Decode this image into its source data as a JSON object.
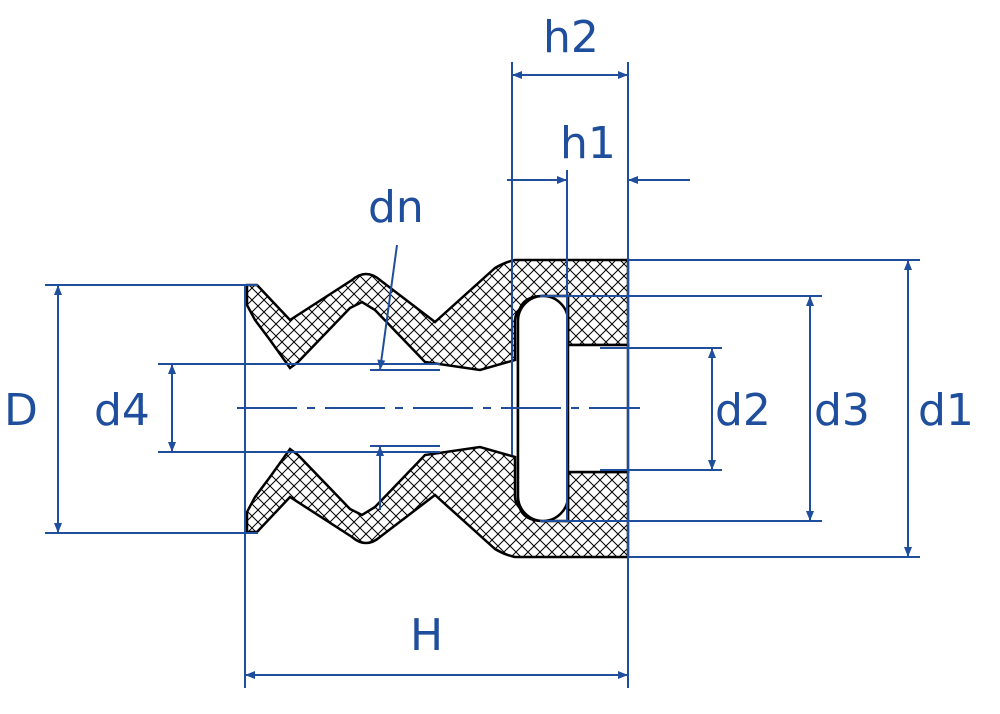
{
  "colors": {
    "dimension": "#1f4e9c",
    "outline": "#000000",
    "hatch": "#000000",
    "background": "#ffffff"
  },
  "labels": {
    "h2": "h2",
    "h1": "h1",
    "dn": "dn",
    "D": "D",
    "d4": "d4",
    "d2": "d2",
    "d3": "d3",
    "d1": "d1",
    "H": "H"
  }
}
